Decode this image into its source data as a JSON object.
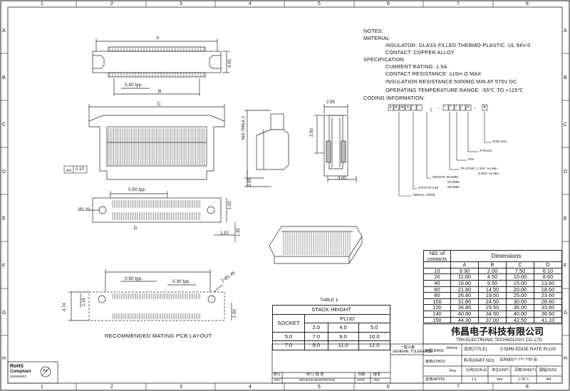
{
  "grid": {
    "cols": [
      "1",
      "2",
      "3",
      "4",
      "5",
      "6",
      "7",
      "8"
    ],
    "rows": [
      "A",
      "B",
      "C",
      "D",
      "E",
      "F",
      "G",
      "H"
    ]
  },
  "notes": {
    "heading": "NOTES:",
    "material": "MATERIAL",
    "insulator": "INSULATOR: GLASS FILLED THERMO-PLASTIC. UL 94V-0",
    "contact": "CONTACT: COPPER ALLOY",
    "specification": "SPECIFICATION",
    "current": "CURRENT RATING: 1.5A",
    "contact_res": "CONTACT RESISTANCE: ≤15m Ω MAX",
    "insul_res": "INSULATION RESISTANCE:5000MΩ  MIN AT 575V DC",
    "temp": "OPERATING TEMPERATURE RANGE: -55℃ TO +125℃",
    "coding": "CODING INFORMATION:"
  },
  "coding": {
    "code_boxes": [
      "E",
      "R",
      "M",
      "S",
      "*",
      "*",
      "*",
      "*",
      "*",
      "*",
      "P",
      "B"
    ],
    "dash1": "-",
    "dash2": "-",
    "black": "B:BLACK",
    "plug": "P:PLUG",
    "pin": "PIN",
    "plating1": "PLATING: L:10u\" Au Min.",
    "plating2": "S:30u\" Au Min.",
    "height1": "HEIGHT: 02:2MM",
    "height2": "04:4MM",
    "height3": "05:5MM",
    "pitch": "S:PITCH 0.50",
    "serial": "SERIAL CODE"
  },
  "dims": {
    "A": "A",
    "B": "B",
    "C": "C",
    "D": "D",
    "h405": "4.05",
    "typ050": "0.50 typ.",
    "typ050b": "0.50 typ.",
    "typ050c": "0.50 typ.",
    "typ030": "0.30 typ.",
    "flat": "0.10",
    "see_table": "SEE TABLE 1",
    "d255": "2.55",
    "d250": "2.50",
    "d205": "2.05",
    "d300": "3.00",
    "phi132": "Ø1.32",
    "d102": "1.02",
    "d110": "1.10",
    "d132": "1.32",
    "phi145": "2-Ø1.45",
    "d474": "4.74",
    "d116": "1.16",
    "d100": "1.00",
    "pcb_layout": "RECOMMENDED MATING PCB LAYOUT"
  },
  "dim_table": {
    "title": "Dimensions",
    "no_label": "NO. of",
    "contacts_label": "contacts",
    "headers": [
      "A",
      "B",
      "C",
      "D"
    ],
    "rows": [
      [
        "10",
        "9.30",
        "2.00",
        "7.50",
        "6.10"
      ],
      [
        "20",
        "11.80",
        "4.50",
        "10.00",
        "8.60"
      ],
      [
        "40",
        "16.80",
        "9.50",
        "15.00",
        "13.60"
      ],
      [
        "60",
        "21.80",
        "14.50",
        "20.00",
        "18.60"
      ],
      [
        "80",
        "26.80",
        "19.50",
        "25.00",
        "23.60"
      ],
      [
        "100",
        "31.80",
        "24.50",
        "30.00",
        "28.60"
      ],
      [
        "120",
        "36.80",
        "29.50",
        "35.00",
        "33.60"
      ],
      [
        "140",
        "40.80",
        "34.50",
        "40.00",
        "38.60"
      ],
      [
        "150",
        "44.30",
        "37.00",
        "42.50",
        "41.10"
      ]
    ]
  },
  "stack_table": {
    "title": "TABLE 1",
    "head": "STACK HEIGHT",
    "socket": "SOCKET",
    "plug": "PLUG",
    "plug_cols": [
      "2.0",
      "4.0",
      "5.0"
    ],
    "rows": [
      [
        "5.0",
        "7.0",
        "9.0",
        "10.0"
      ],
      [
        "7.0",
        "9.0",
        "11.0",
        "12.0"
      ]
    ]
  },
  "title_block": {
    "company_cn": "伟昌电子科技有限公司",
    "company_en": "TRN ELECTRONIC TECHNOLOGY CO.,LTD",
    "product_label": "品名(TITLE):",
    "product": "0.5MM EDGE RATE PLUG",
    "part_label": "料号(PART NO):",
    "part": "ERMS**-***-**P-B",
    "tolerance": "一般公差",
    "general_tol": "GENERAL TOLERANCE",
    "draw_label": "制图(DWG):",
    "drawer": "Johnny",
    "check_label": "审核(CHKD):",
    "approve_label": "批准(APPD):",
    "approver": "Tony",
    "scale_label": "比例(SCALE)",
    "scale": "1:1",
    "unit_label": "单位(UNIT)",
    "unit": "mm",
    "sheet_label": "页数(SHEET)",
    "sheet": "1 OF 1",
    "size_label": "图幅(SIZE)",
    "size": "A4",
    "rev_labels": [
      "修订",
      "修 订 描 述",
      "日期",
      "版本"
    ],
    "rev_labels_en": [
      "REV",
      "REVISION DESCRIPTION",
      "DATE",
      "VER"
    ]
  },
  "rohs": {
    "line1": "RoHS",
    "line2": "Compliant",
    "line3": "2002/95/EC",
    "pb_mark": "Pb"
  },
  "colors": {
    "ink": "#111111",
    "thin": "#333333"
  }
}
